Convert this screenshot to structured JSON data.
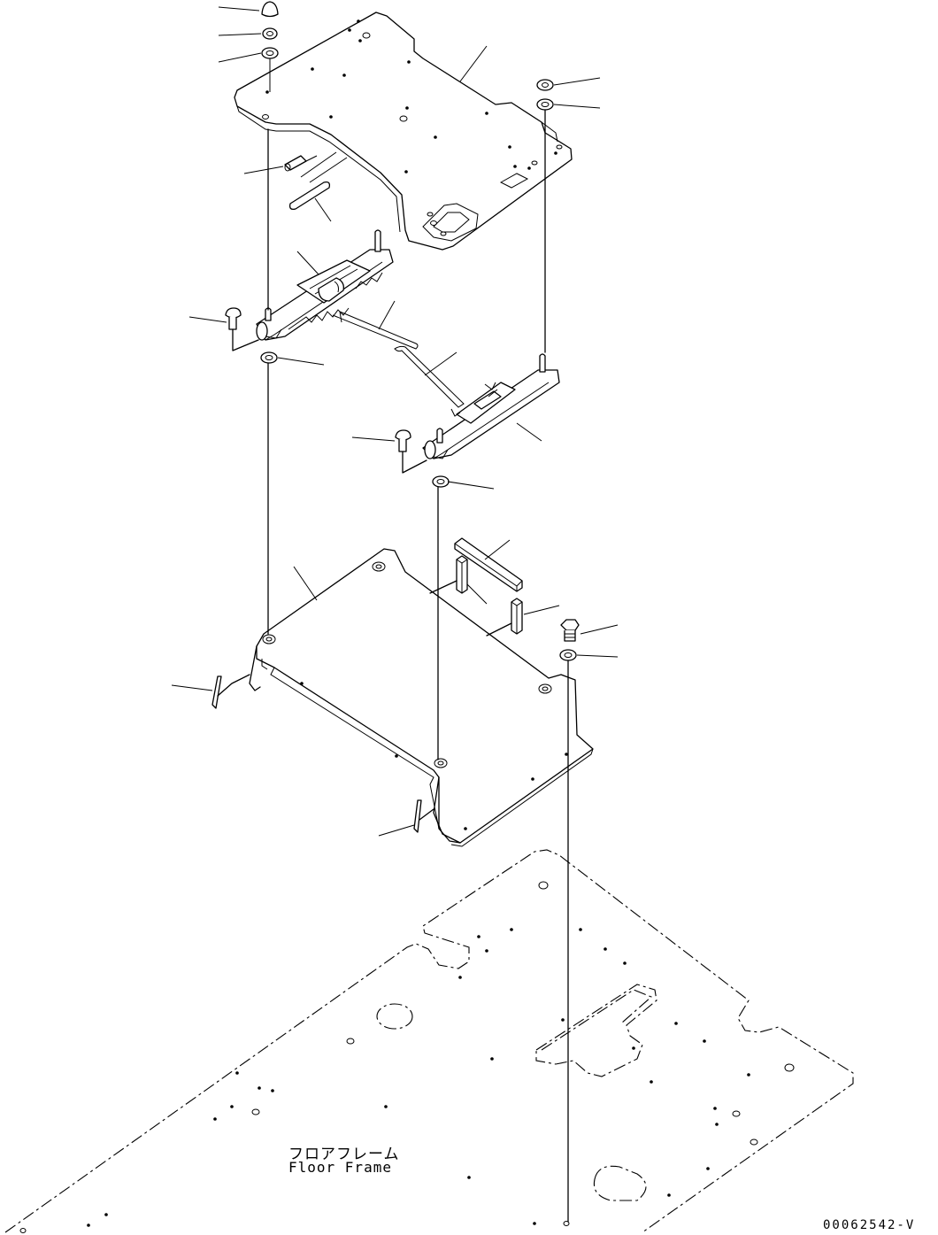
{
  "floor_frame": {
    "label_jp": "フロアフレーム",
    "label_en": "Floor Frame"
  },
  "drawing_number": "00062542-V"
}
